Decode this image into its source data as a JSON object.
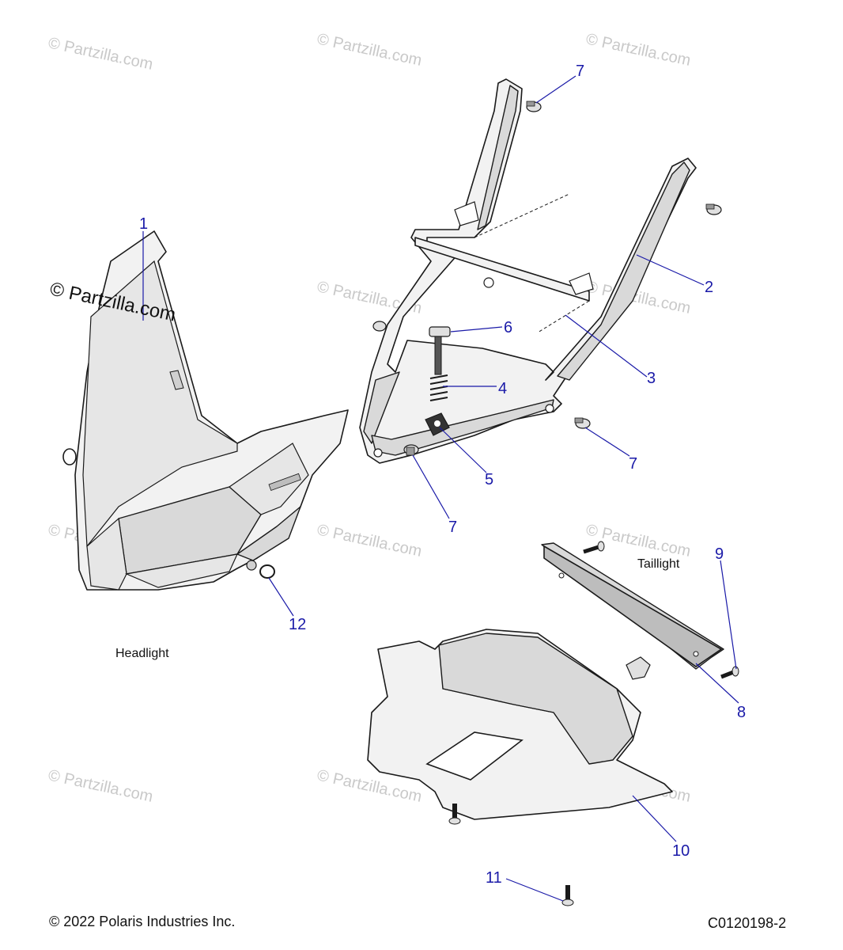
{
  "watermark": {
    "text": "© Partzilla.com",
    "prominent_text": "© Partzilla.com"
  },
  "callouts": {
    "c1": "1",
    "c2": "2",
    "c3": "3",
    "c4": "4",
    "c5": "5",
    "c6": "6",
    "c7a": "7",
    "c7b": "7",
    "c7c": "7",
    "c8": "8",
    "c9": "9",
    "c10": "10",
    "c11": "11",
    "c12": "12"
  },
  "labels": {
    "headlight": "Headlight",
    "taillight": "Taillight"
  },
  "footer": {
    "copyright": "© 2022 Polaris Industries Inc.",
    "diagram_code": "C0120198-2"
  },
  "colors": {
    "callout": "#1a1aa8",
    "line": "#1a1a1a",
    "watermark": "#c9c9c9"
  }
}
